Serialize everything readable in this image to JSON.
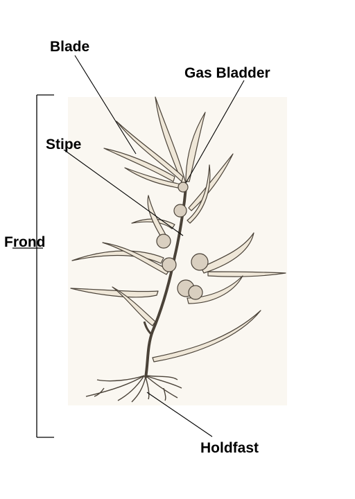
{
  "labels": {
    "blade": "Blade",
    "gas_bladder": "Gas Bladder",
    "stipe": "Stipe",
    "frond": "Frond",
    "holdfast": "Holdfast"
  },
  "colors": {
    "text": "#000000",
    "leader_line": "#000000",
    "plate_background": "#faf7f1",
    "sketch_outline": "#4a4238",
    "sketch_fill": "#efe7d8",
    "bladder_fill": "#d9cfc0"
  }
}
